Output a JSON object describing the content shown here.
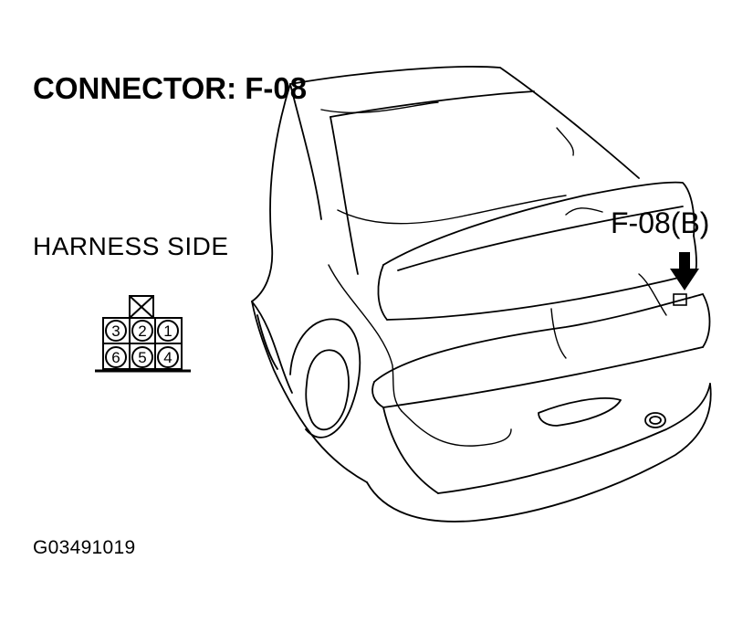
{
  "title": "CONNECTOR: F-08",
  "harness_label": "HARNESS SIDE",
  "callout_label": "F-08(B)",
  "figure_id": "G03491019",
  "connector": {
    "pins_top": [
      "3",
      "2",
      "1"
    ],
    "pins_bottom": [
      "6",
      "5",
      "4"
    ]
  }
}
